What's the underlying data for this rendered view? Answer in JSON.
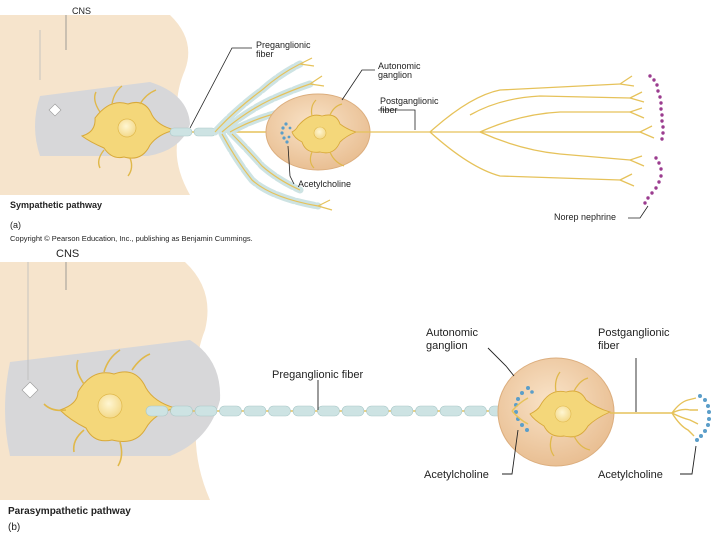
{
  "panel_a": {
    "cns_label": "CNS",
    "preganglionic_label": [
      "Preganglionic",
      "fiber"
    ],
    "ganglion_label": [
      "Autonomic",
      "ganglion"
    ],
    "postganglionic_label": [
      "Postganglionic",
      "fiber"
    ],
    "acetylcholine_label": "Acetylcholine",
    "norepinephrine_label": "Norep nephrine",
    "pathway_title": "Sympathetic pathway",
    "panel_letter": "(a)",
    "copyright": "Copyright © Pearson Education, Inc., publishing as Benjamin Cummings."
  },
  "panel_b": {
    "cns_label": "CNS",
    "preganglionic_label": "Preganglionic fiber",
    "ganglion_label": [
      "Autonomic",
      "ganglion"
    ],
    "postganglionic_label": [
      "Postganglionic",
      "fiber"
    ],
    "acetylcholine_ganglion_label": "Acetylcholine",
    "acetylcholine_target_label": "Acetylcholine",
    "pathway_title": "Parasympathetic pathway",
    "panel_letter": "(b)"
  },
  "colors": {
    "spinal_cord": "#f6e4cc",
    "gray_matter": "#d7d7d9",
    "neuron": "#f4d77a",
    "neuron_outline": "#d8a93a",
    "myelin": "#cde3e3",
    "ganglion": "#f2cfa6",
    "norepinephrine": "#9b3c8f",
    "acetylcholine": "#5b9ec9"
  }
}
